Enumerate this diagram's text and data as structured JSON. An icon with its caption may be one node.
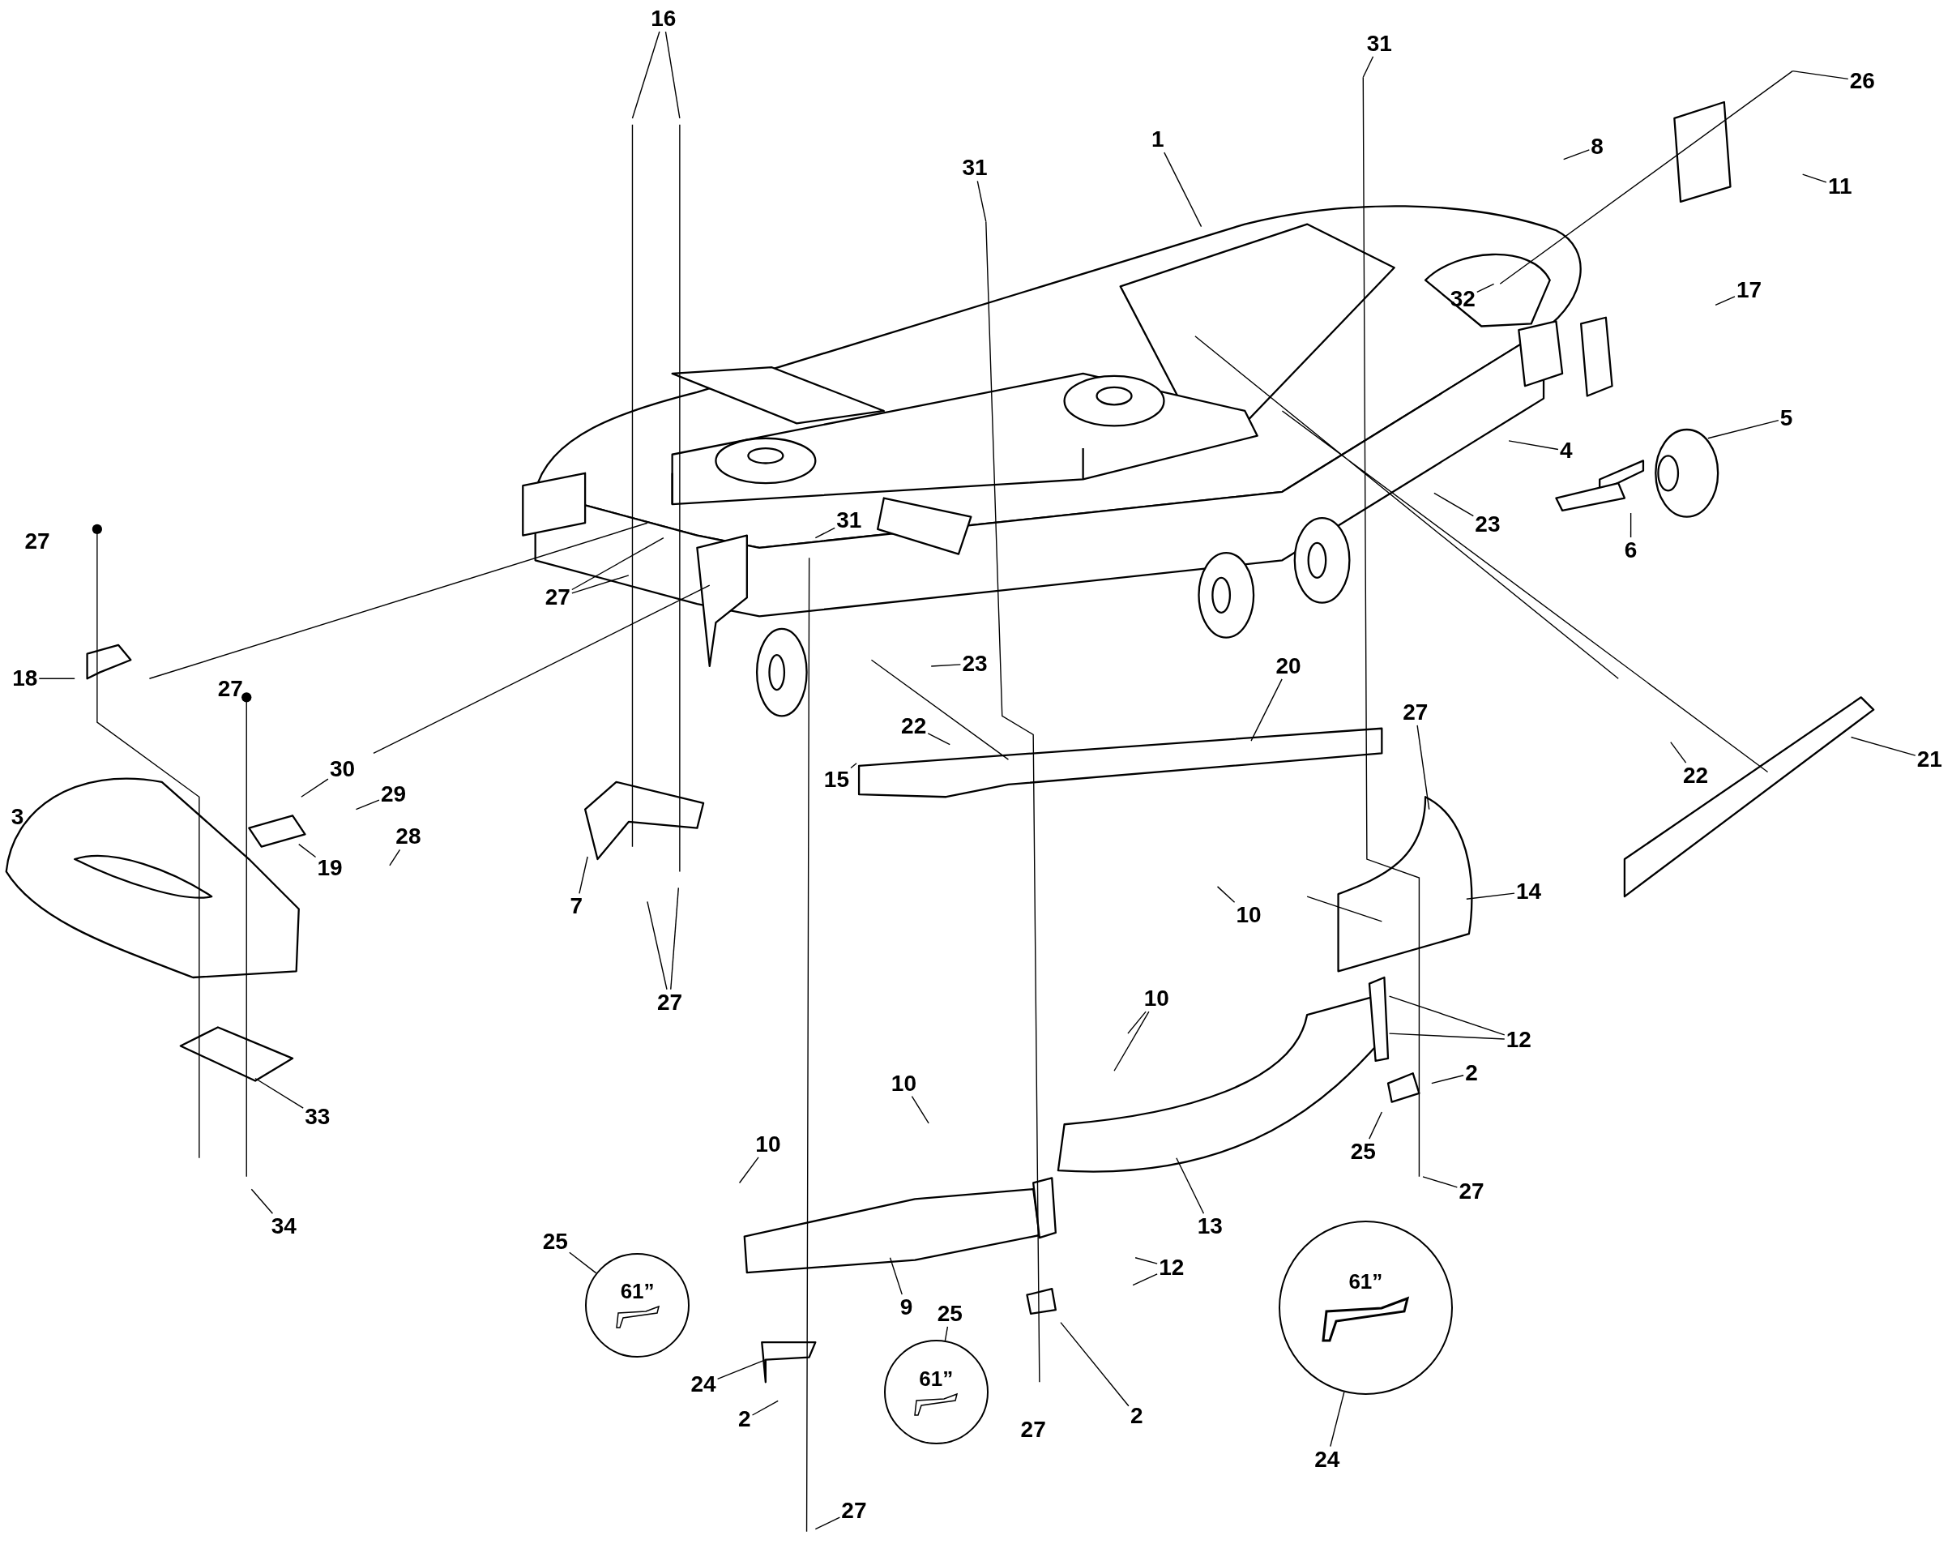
{
  "diagram": {
    "nodes": [
      {
        "text": [
          "16"
        ]
      },
      {
        "text": [
          "31"
        ]
      },
      {
        "text": [
          "26"
        ]
      },
      {
        "text": [
          "1"
        ]
      },
      {
        "text": [
          "8"
        ]
      },
      {
        "text": [
          "31"
        ]
      },
      {
        "text": [
          "11"
        ]
      },
      {
        "text": [
          "17"
        ]
      },
      {
        "text": [
          "32"
        ]
      },
      {
        "text": [
          "5"
        ]
      },
      {
        "text": [
          "4"
        ]
      },
      {
        "text": [
          "23"
        ]
      },
      {
        "text": [
          "31"
        ]
      },
      {
        "text": [
          "6"
        ]
      },
      {
        "text": [
          "27"
        ]
      },
      {
        "text": [
          "23"
        ]
      },
      {
        "text": [
          "20"
        ]
      },
      {
        "text": [
          "18"
        ]
      },
      {
        "text": [
          "27"
        ]
      },
      {
        "text": [
          "22"
        ]
      },
      {
        "text": [
          "21"
        ]
      },
      {
        "text": [
          "30"
        ]
      },
      {
        "text": [
          "22"
        ]
      },
      {
        "text": [
          "15"
        ]
      },
      {
        "text": [
          "29"
        ]
      },
      {
        "text": [
          "28"
        ]
      },
      {
        "text": [
          "19"
        ]
      },
      {
        "text": [
          "14"
        ]
      },
      {
        "text": [
          "7"
        ]
      },
      {
        "text": [
          "10"
        ]
      },
      {
        "text": [
          "10"
        ]
      },
      {
        "text": [
          "27"
        ]
      },
      {
        "text": [
          "12"
        ]
      },
      {
        "text": [
          "2"
        ]
      },
      {
        "text": [
          "10"
        ]
      },
      {
        "text": [
          "33"
        ]
      },
      {
        "text": [
          "10"
        ]
      },
      {
        "text": [
          "25"
        ]
      },
      {
        "text": [
          "27"
        ]
      },
      {
        "text": [
          "13"
        ]
      },
      {
        "text": [
          "34"
        ]
      },
      {
        "text": [
          "25"
        ]
      },
      {
        "text": [
          "12"
        ]
      },
      {
        "text": [
          "9"
        ]
      },
      {
        "text": [
          "25"
        ]
      },
      {
        "text": [
          "24"
        ]
      },
      {
        "text": [
          "2"
        ]
      },
      {
        "text": [
          "2"
        ]
      },
      {
        "text": [
          "24"
        ]
      },
      {
        "text": [
          "27"
        ]
      },
      {
        "text": [
          "61”"
        ]
      },
      {
        "text": [
          "61”"
        ]
      },
      {
        "text": [
          "61”"
        ]
      }
    ],
    "edges": [
      {
        "from": 0,
        "to": null,
        "arrow": "none"
      },
      {
        "from": 0,
        "to": null,
        "arrow": "none"
      },
      {
        "from": 1,
        "to": null,
        "arrow": "none"
      },
      {
        "from": 2,
        "to": null,
        "arrow": "none"
      },
      {
        "from": 3,
        "to": null,
        "arrow": "none"
      },
      {
        "from": 4,
        "to": null,
        "arrow": "none"
      },
      {
        "from": 5,
        "to": null,
        "arrow": "none"
      },
      {
        "from": 6,
        "to": null,
        "arrow": "none"
      },
      {
        "from": 7,
        "to": null,
        "arrow": "none"
      },
      {
        "from": 8,
        "to": null,
        "arrow": "none"
      },
      {
        "from": 9,
        "to": null,
        "arrow": "none"
      },
      {
        "from": 10,
        "to": null,
        "arrow": "none"
      },
      {
        "from": 11,
        "to": null,
        "arrow": "none"
      },
      {
        "from": 12,
        "to": null,
        "arrow": "none"
      },
      {
        "from": 13,
        "to": null,
        "arrow": "none"
      },
      {
        "from": 14,
        "to": null,
        "arrow": "none"
      },
      {
        "from": 14,
        "to": null,
        "arrow": "none"
      },
      {
        "from": 15,
        "to": null,
        "arrow": "none"
      },
      {
        "from": 16,
        "to": null,
        "arrow": "none"
      },
      {
        "from": 17,
        "to": null,
        "arrow": "none"
      },
      {
        "from": 18,
        "to": null,
        "arrow": "none"
      },
      {
        "from": 19,
        "to": null,
        "arrow": "none"
      },
      {
        "from": 20,
        "to": null,
        "arrow": "none"
      },
      {
        "from": 21,
        "to": null,
        "arrow": "none"
      },
      {
        "from": 22,
        "to": null,
        "arrow": "none"
      },
      {
        "from": 23,
        "to": null,
        "arrow": "none"
      },
      {
        "from": 24,
        "to": null,
        "arrow": "none"
      },
      {
        "from": 25,
        "to": null,
        "arrow": "none"
      },
      {
        "from": 26,
        "to": null,
        "arrow": "none"
      },
      {
        "from": 27,
        "to": null,
        "arrow": "none"
      },
      {
        "from": 28,
        "to": null,
        "arrow": "none"
      },
      {
        "from": 29,
        "to": null,
        "arrow": "none"
      },
      {
        "from": 30,
        "to": null,
        "arrow": "none"
      },
      {
        "from": 30,
        "to": null,
        "arrow": "none"
      },
      {
        "from": 31,
        "to": null,
        "arrow": "none"
      },
      {
        "from": 31,
        "to": null,
        "arrow": "none"
      },
      {
        "from": 32,
        "to": null,
        "arrow": "none"
      },
      {
        "from": 32,
        "to": null,
        "arrow": "none"
      },
      {
        "from": 33,
        "to": null,
        "arrow": "none"
      },
      {
        "from": 34,
        "to": null,
        "arrow": "none"
      },
      {
        "from": 35,
        "to": null,
        "arrow": "none"
      },
      {
        "from": 36,
        "to": null,
        "arrow": "none"
      },
      {
        "from": 37,
        "to": null,
        "arrow": "none"
      },
      {
        "from": 38,
        "to": null,
        "arrow": "none"
      },
      {
        "from": 39,
        "to": null,
        "arrow": "none"
      },
      {
        "from": 40,
        "to": null,
        "arrow": "none"
      },
      {
        "from": 41,
        "to": 50,
        "arrow": "none"
      },
      {
        "from": 42,
        "to": null,
        "arrow": "none"
      },
      {
        "from": 42,
        "to": null,
        "arrow": "none"
      },
      {
        "from": 43,
        "to": null,
        "arrow": "none"
      },
      {
        "from": 44,
        "to": 51,
        "arrow": "none"
      },
      {
        "from": 45,
        "to": null,
        "arrow": "none"
      },
      {
        "from": 46,
        "to": null,
        "arrow": "none"
      },
      {
        "from": 47,
        "to": null,
        "arrow": "none"
      },
      {
        "from": 48,
        "to": 52,
        "arrow": "none"
      },
      {
        "from": 49,
        "to": null,
        "arrow": "none"
      }
    ],
    "labels": [
      "27",
      "27",
      "3",
      "27"
    ]
  }
}
